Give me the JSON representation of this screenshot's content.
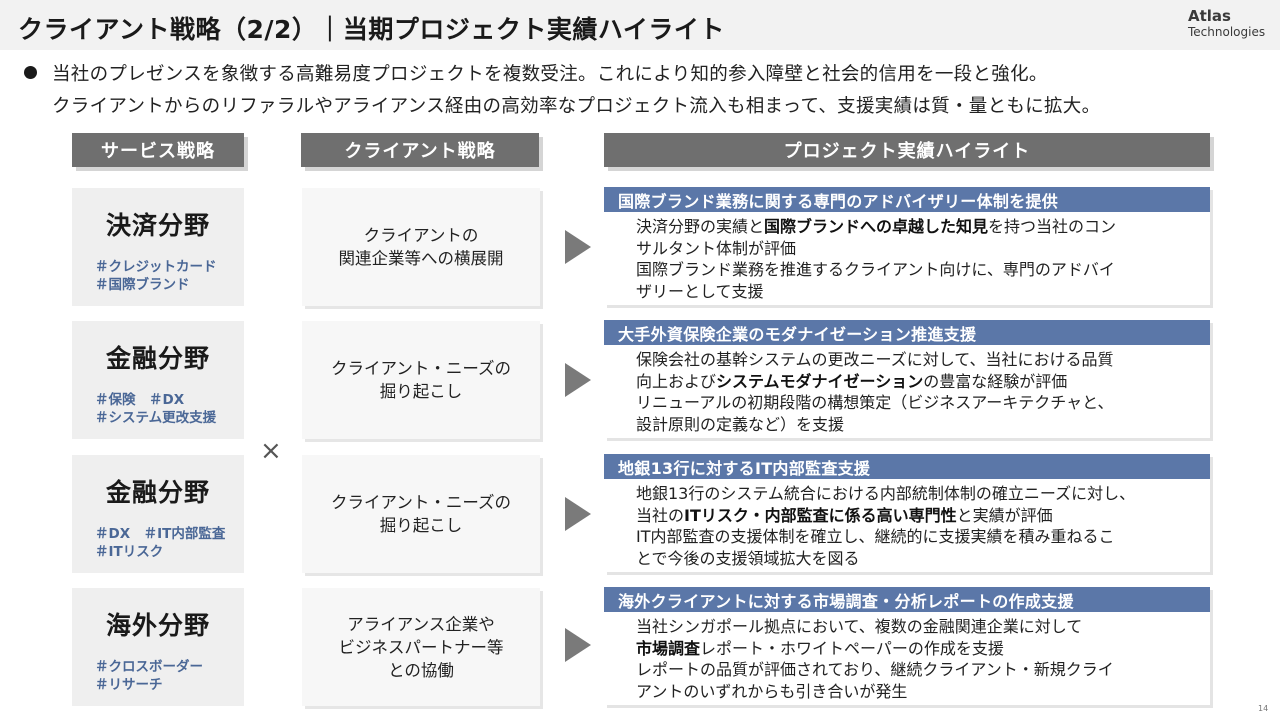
{
  "title": "クライアント戦略（2/2）｜当期プロジェクト実績ハイライト",
  "logo": {
    "main": "Atlas",
    "sub": "Technologies"
  },
  "lead": {
    "line1": "当社のプレゼンスを象徴する高難易度プロジェクトを複数受注。これにより知的参入障壁と社会的信用を一段と強化。",
    "line2": "クライアントからのリファラルやアライアンス経由の高効率なプロジェクト流入も相まって、支援実績は質・量ともに拡大。"
  },
  "headers": {
    "service": "サービス戦略",
    "client": "クライアント戦略",
    "highlight": "プロジェクト実績ハイライト"
  },
  "cross_symbol": "×",
  "rows": [
    {
      "service": {
        "title": "決済分野",
        "tags": [
          "＃クレジットカード",
          "＃国際ブランド"
        ]
      },
      "client": [
        "クライアントの",
        "関連企業等への横展開"
      ],
      "highlight": {
        "heading": "国際ブランド業務に関する専門のアドバイザリー体制を提供",
        "lines": [
          {
            "pre": "決済分野の実績と",
            "bold": "国際ブランドへの卓越した知見",
            "post": "を持つ当社のコン"
          },
          {
            "pre": "サルタント体制が評価",
            "bold": "",
            "post": ""
          },
          {
            "pre": "国際ブランド業務を推進するクライアント向けに、専門のアドバイ",
            "bold": "",
            "post": ""
          },
          {
            "pre": "ザリーとして支援",
            "bold": "",
            "post": ""
          }
        ]
      }
    },
    {
      "service": {
        "title": "金融分野",
        "tags": [
          "＃保険　＃DX",
          "＃システム更改支援"
        ]
      },
      "client": [
        "クライアント・ニーズの",
        "掘り起こし"
      ],
      "highlight": {
        "heading": "大手外資保険企業のモダナイゼーション推進支援",
        "lines": [
          {
            "pre": "保険会社の基幹システムの更改ニーズに対して、当社における品質",
            "bold": "",
            "post": ""
          },
          {
            "pre": "向上および",
            "bold": "システムモダナイゼーション",
            "post": "の豊富な経験が評価"
          },
          {
            "pre": "リニューアルの初期段階の構想策定（ビジネスアーキテクチャと、",
            "bold": "",
            "post": ""
          },
          {
            "pre": "設計原則の定義など）を支援",
            "bold": "",
            "post": ""
          }
        ]
      }
    },
    {
      "service": {
        "title": "金融分野",
        "tags": [
          "＃DX　＃IT内部監査",
          "＃ITリスク"
        ]
      },
      "client": [
        "クライアント・ニーズの",
        "掘り起こし"
      ],
      "highlight": {
        "heading": "地銀13行に対するIT内部監査支援",
        "lines": [
          {
            "pre": "地銀13行のシステム統合における内部統制体制の確立ニーズに対し、",
            "bold": "",
            "post": ""
          },
          {
            "pre": "当社の",
            "bold": "ITリスク・内部監査に係る高い専門性",
            "post": "と実績が評価"
          },
          {
            "pre": "IT内部監査の支援体制を確立し、継続的に支援実績を積み重ねるこ",
            "bold": "",
            "post": ""
          },
          {
            "pre": "とで今後の支援領域拡大を図る",
            "bold": "",
            "post": ""
          }
        ]
      }
    },
    {
      "service": {
        "title": "海外分野",
        "tags": [
          "＃クロスボーダー",
          "＃リサーチ"
        ]
      },
      "client": [
        "アライアンス企業や",
        "ビジネスパートナー等",
        "との協働"
      ],
      "highlight": {
        "heading": "海外クライアントに対する市場調査・分析レポートの作成支援",
        "lines": [
          {
            "pre": "当社シンガポール拠点において、複数の金融関連企業に対して",
            "bold": "",
            "post": ""
          },
          {
            "pre": "",
            "bold": "市場調査",
            "post": "レポート・ホワイトペーパーの作成を支援"
          },
          {
            "pre": "レポートの品質が評価されており、継続クライアント・新規クライ",
            "bold": "",
            "post": ""
          },
          {
            "pre": "アントのいずれからも引き合いが発生",
            "bold": "",
            "post": ""
          }
        ]
      }
    }
  ],
  "page_number": "14"
}
